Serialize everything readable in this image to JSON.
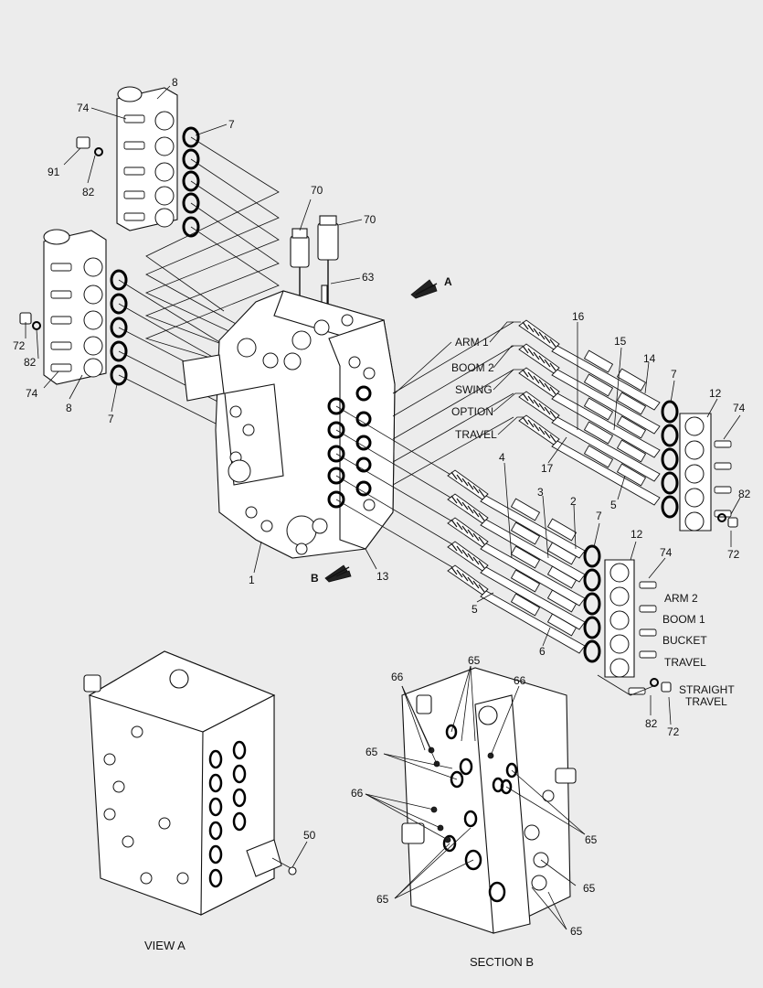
{
  "callouts": {
    "c8_top": "8",
    "c74_top": "74",
    "c7_top": "7",
    "c91": "91",
    "c82_top": "82",
    "c70_a": "70",
    "c70_b": "70",
    "c63": "63",
    "cA": "A",
    "c72_left": "72",
    "c82_left": "82",
    "c74_left": "74",
    "c8_left": "8",
    "c7_left": "7",
    "arm1": "ARM 1",
    "boom2": "BOOM 2",
    "swing": "SWING",
    "option": "OPTION",
    "travel_up": "TRAVEL",
    "c16": "16",
    "c15": "15",
    "c14": "14",
    "c7_r": "7",
    "c12_r": "12",
    "c74_r": "74",
    "c17": "17",
    "c5_up": "5",
    "c82_r": "82",
    "c72_r": "72",
    "c4": "4",
    "c3": "3",
    "c2": "2",
    "c7_low": "7",
    "c12_low": "12",
    "c74_low": "74",
    "arm2": "ARM 2",
    "boom1": "BOOM 1",
    "bucket": "BUCKET",
    "travel_low": "TRAVEL",
    "c5_low": "5",
    "c6": "6",
    "straight": "STRAIGHT",
    "straight2": "TRAVEL",
    "c82_low": "82",
    "c72_low": "72",
    "c1": "1",
    "cB": "B",
    "c13": "13",
    "c50": "50",
    "c65_a": "65",
    "c66_a": "66",
    "c66_b": "66",
    "c65_b": "65",
    "c66_c": "66",
    "c65_c": "65",
    "c65_d": "65",
    "c65_e": "65",
    "c65_f": "65"
  },
  "captions": {
    "view_a": "VIEW  A",
    "section_b": "SECTION  B"
  }
}
